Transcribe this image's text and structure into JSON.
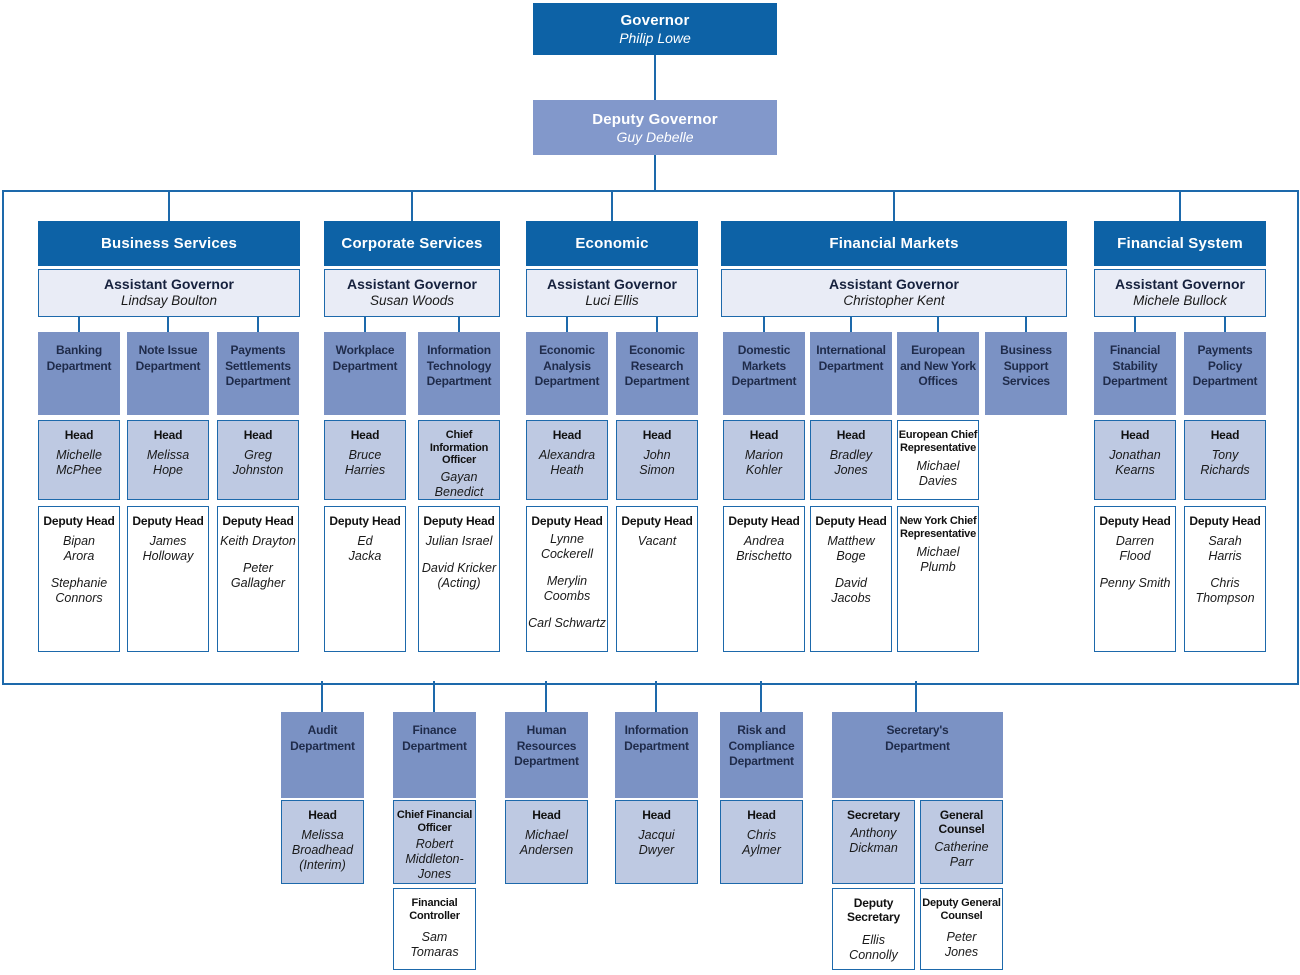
{
  "colors": {
    "dark_blue": "#0d62a6",
    "mid_blue": "#7b92c4",
    "light_blue": "#bec9e2",
    "pale_blue": "#e9ecf6",
    "line_blue": "#1d69ab",
    "navy_text": "#1f2b4a"
  },
  "governor": {
    "title": "Governor",
    "name": "Philip Lowe"
  },
  "deputy_governor": {
    "title": "Deputy Governor",
    "name": "Guy Debelle"
  },
  "divisions": [
    {
      "name": "Business Services",
      "ag_title": "Assistant Governor",
      "ag_name": "Lindsay Boulton",
      "departments": [
        {
          "name": "Banking\nDepartment",
          "head_label": "Head",
          "head_names": [
            "Michelle\nMcPhee"
          ],
          "deputy_label": "Deputy Head",
          "deputy_names": [
            "Bipan\nArora",
            "Stephanie\nConnors"
          ]
        },
        {
          "name": "Note Issue\nDepartment",
          "head_label": "Head",
          "head_names": [
            "Melissa\nHope"
          ],
          "deputy_label": "Deputy Head",
          "deputy_names": [
            "James\nHolloway"
          ]
        },
        {
          "name": "Payments\nSettlements\nDepartment",
          "head_label": "Head",
          "head_names": [
            "Greg\nJohnston"
          ],
          "deputy_label": "Deputy Head",
          "deputy_names": [
            "Keith Drayton",
            "Peter\nGallagher"
          ]
        }
      ]
    },
    {
      "name": "Corporate Services",
      "ag_title": "Assistant Governor",
      "ag_name": "Susan Woods",
      "departments": [
        {
          "name": "Workplace\nDepartment",
          "head_label": "Head",
          "head_names": [
            "Bruce\nHarries"
          ],
          "deputy_label": "Deputy Head",
          "deputy_names": [
            "Ed\nJacka"
          ]
        },
        {
          "name": "Information\nTechnology\nDepartment",
          "head_label": "Chief\nInformation\nOfficer",
          "head_names": [
            "Gayan\nBenedict"
          ],
          "deputy_label": "Deputy Head",
          "deputy_names": [
            "Julian Israel",
            "David Kricker\n(Acting)"
          ]
        }
      ]
    },
    {
      "name": "Economic",
      "ag_title": "Assistant Governor",
      "ag_name": "Luci Ellis",
      "departments": [
        {
          "name": "Economic\nAnalysis\nDepartment",
          "head_label": "Head",
          "head_names": [
            "Alexandra\nHeath"
          ],
          "deputy_label": "Deputy Head",
          "deputy_names": [
            "Lynne\nCockerell",
            "Merylin\nCoombs",
            "Carl Schwartz"
          ]
        },
        {
          "name": "Economic\nResearch\nDepartment",
          "head_label": "Head",
          "head_names": [
            "John\nSimon"
          ],
          "deputy_label": "Deputy Head",
          "deputy_names": [
            "Vacant"
          ]
        }
      ]
    },
    {
      "name": "Financial Markets",
      "ag_title": "Assistant Governor",
      "ag_name": "Christopher Kent",
      "departments": [
        {
          "name": "Domestic\nMarkets\nDepartment",
          "head_label": "Head",
          "head_names": [
            "Marion\nKohler"
          ],
          "deputy_label": "Deputy Head",
          "deputy_names": [
            "Andrea\nBrischetto"
          ]
        },
        {
          "name": "International\nDepartment",
          "head_label": "Head",
          "head_names": [
            "Bradley\nJones"
          ],
          "deputy_label": "Deputy Head",
          "deputy_names": [
            "Matthew\nBoge",
            "David\nJacobs"
          ]
        },
        {
          "name": "European\nand New York\nOffices",
          "head_label": "European Chief\nRepresentative",
          "head_names": [
            "Michael\nDavies"
          ],
          "deputy_label": "New York Chief\nRepresentative",
          "deputy_names": [
            "Michael\nPlumb"
          ]
        },
        {
          "name": "Business\nSupport\nServices"
        }
      ]
    },
    {
      "name": "Financial System",
      "ag_title": "Assistant Governor",
      "ag_name": "Michele Bullock",
      "departments": [
        {
          "name": "Financial\nStability\nDepartment",
          "head_label": "Head",
          "head_names": [
            "Jonathan\nKearns"
          ],
          "deputy_label": "Deputy Head",
          "deputy_names": [
            "Darren\nFlood",
            "Penny Smith"
          ]
        },
        {
          "name": "Payments\nPolicy\nDepartment",
          "head_label": "Head",
          "head_names": [
            "Tony\nRichards"
          ],
          "deputy_label": "Deputy Head",
          "deputy_names": [
            "Sarah\nHarris",
            "Chris\nThompson"
          ]
        }
      ]
    }
  ],
  "central_departments": [
    {
      "name": "Audit\nDepartment",
      "officer_label": "Head",
      "officer_names": [
        "Melissa\nBroadhead\n(Interim)"
      ]
    },
    {
      "name": "Finance\nDepartment",
      "officer_label": "Chief Financial\nOfficer",
      "officer_names": [
        "Robert\nMiddleton-\nJones"
      ],
      "sub_label": "Financial\nController",
      "sub_names": [
        "Sam\nTomaras"
      ]
    },
    {
      "name": "Human\nResources\nDepartment",
      "officer_label": "Head",
      "officer_names": [
        "Michael\nAndersen"
      ]
    },
    {
      "name": "Information\nDepartment",
      "officer_label": "Head",
      "officer_names": [
        "Jacqui\nDwyer"
      ]
    },
    {
      "name": "Risk and\nCompliance\nDepartment",
      "officer_label": "Head",
      "officer_names": [
        "Chris\nAylmer"
      ]
    },
    {
      "name": "Secretary's\nDepartment",
      "officers": [
        {
          "label": "Secretary",
          "name": "Anthony\nDickman"
        },
        {
          "label": "General\nCounsel",
          "name": "Catherine\nParr"
        }
      ],
      "subs": [
        {
          "label": "Deputy\nSecretary",
          "name": "Ellis\nConnolly"
        },
        {
          "label": "Deputy General\nCounsel",
          "name": "Peter\nJones"
        }
      ]
    }
  ]
}
